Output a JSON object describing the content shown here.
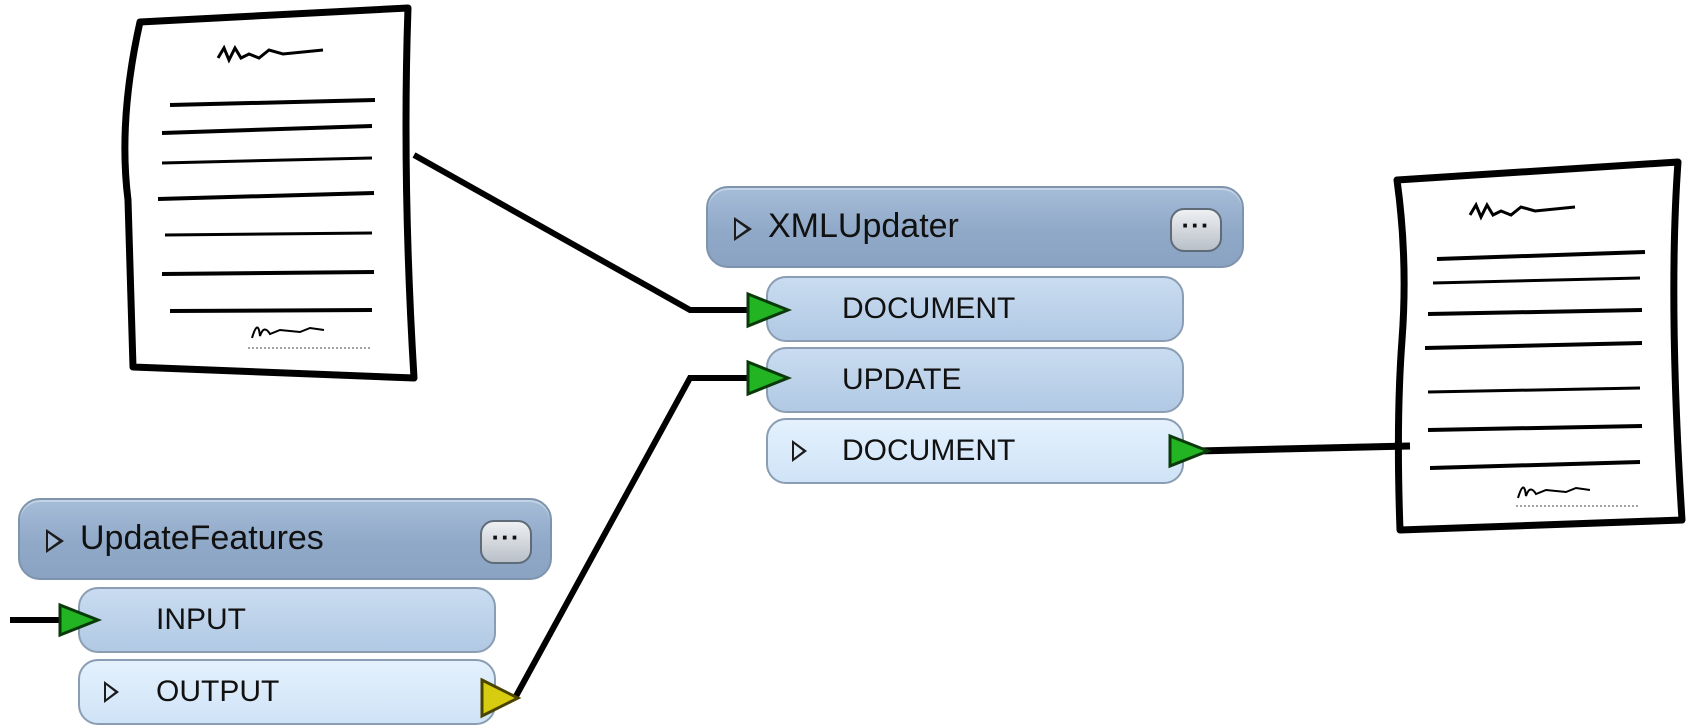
{
  "xml_updater": {
    "title": "XMLUpdater",
    "menu_label": "···",
    "ports": [
      {
        "label": "DOCUMENT",
        "kind": "input"
      },
      {
        "label": "UPDATE",
        "kind": "input"
      },
      {
        "label": "DOCUMENT",
        "kind": "output"
      }
    ]
  },
  "update_features": {
    "title": "UpdateFeatures",
    "menu_label": "···",
    "ports": [
      {
        "label": "INPUT",
        "kind": "input"
      },
      {
        "label": "OUTPUT",
        "kind": "output"
      }
    ]
  },
  "colors": {
    "input_connector": "#22b422",
    "output_connector_active": "#22b422",
    "output_connector_pending": "#d8cc10",
    "header_fill": "#90a9c8",
    "port_fill": "#b8cfe8"
  },
  "icons": [
    "document-icon",
    "arrow-connector-icon",
    "expand-triangle-icon",
    "ellipsis-menu-icon"
  ]
}
